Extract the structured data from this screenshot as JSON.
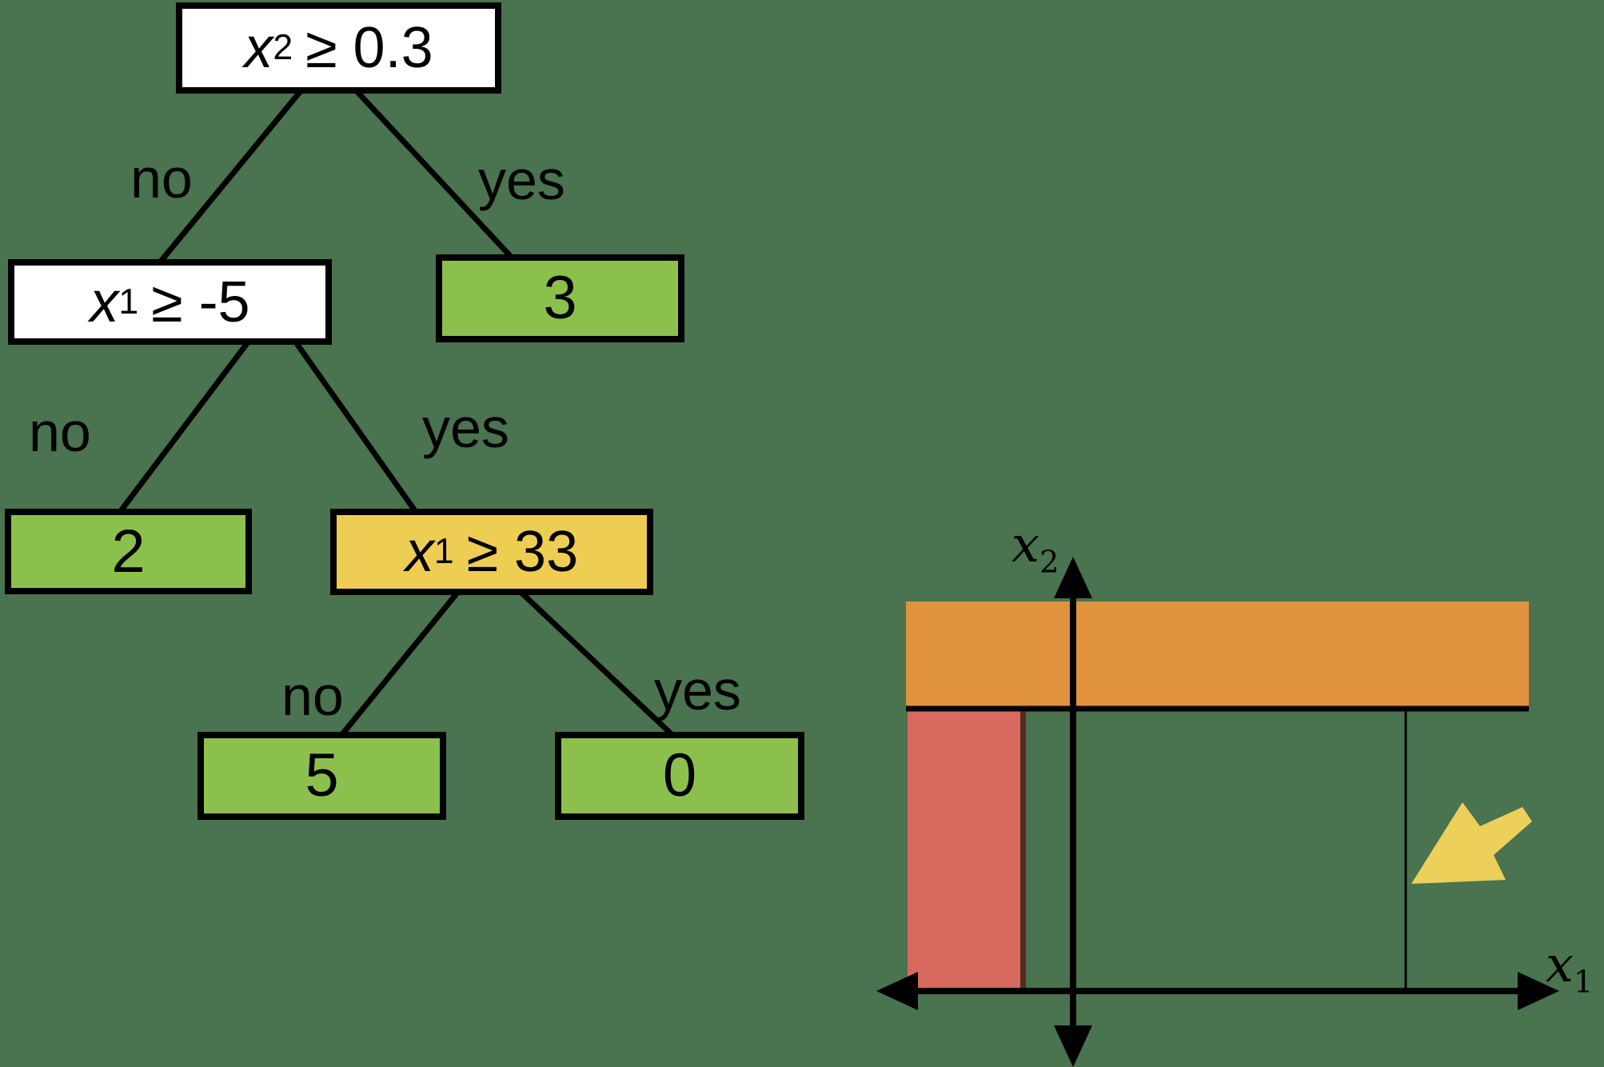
{
  "colors": {
    "background": "#4a734f",
    "ink": "#000000",
    "node-white": "#ffffff",
    "leaf-green": "#8cc04d",
    "node-yellow": "#eecd53",
    "region-orange": "#e0923d",
    "region-red": "#d7695e",
    "region-red-edge": "#552a22",
    "arrow-yellow": "#ecd05a"
  },
  "tree": {
    "nodes": [
      {
        "type": "condition",
        "variable": "x",
        "subscript": "2",
        "condition": "≥ 0.3"
      },
      {
        "type": "condition",
        "variable": "x",
        "subscript": "1",
        "condition": "≥ -5"
      },
      {
        "type": "leaf",
        "value": "3"
      },
      {
        "type": "leaf",
        "value": "2"
      },
      {
        "type": "condition",
        "variable": "x",
        "subscript": "1",
        "condition": "≥ 33"
      },
      {
        "type": "leaf",
        "value": "5"
      },
      {
        "type": "leaf",
        "value": "0"
      }
    ],
    "branch_labels": {
      "no": "no",
      "yes": "yes"
    }
  },
  "plot": {
    "x_axis_label": {
      "variable": "x",
      "subscript": "1"
    },
    "y_axis_label": {
      "variable": "x",
      "subscript": "2"
    },
    "regions": [
      {
        "name": "orange-band",
        "color": "#e0923d"
      },
      {
        "name": "red-column",
        "color": "#d7695e"
      }
    ],
    "pointer_arrow_color": "#ecd05a"
  }
}
